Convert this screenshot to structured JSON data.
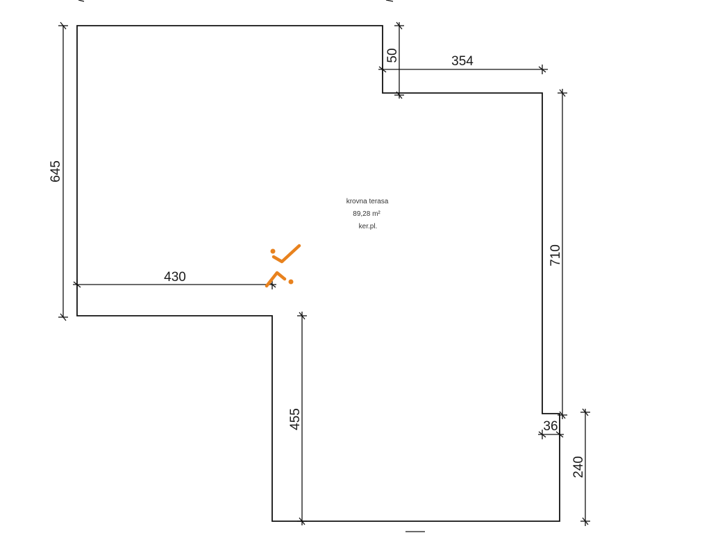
{
  "room": {
    "name": "krovna terasa",
    "area": "89,28 m²",
    "finish": "ker.pl."
  },
  "dimensions": {
    "left_height": "645",
    "notch_height": "50",
    "top_right_width": "354",
    "right_height": "710",
    "lower_left_width": "430",
    "lower_middle_height": "455",
    "small_step": "36",
    "bottom_right_height": "240"
  },
  "colors": {
    "walls": "#111111",
    "logo": "#e8821e"
  },
  "logo": {
    "icon": "orange-check-mark-logo"
  }
}
